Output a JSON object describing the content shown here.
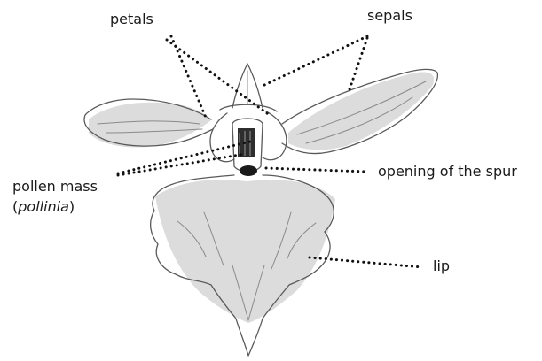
{
  "labels": {
    "petals": "petals",
    "sepals": "sepals",
    "pollen_mass": "pollen mass",
    "pollinia_open": "(",
    "pollinia": "pollinia",
    "pollinia_close": ")",
    "opening_of_spur": "opening of the spur",
    "lip": "lip"
  },
  "colors": {
    "outline": "#5a5a5a",
    "leader": "#111111",
    "text": "#1a1a1a"
  }
}
